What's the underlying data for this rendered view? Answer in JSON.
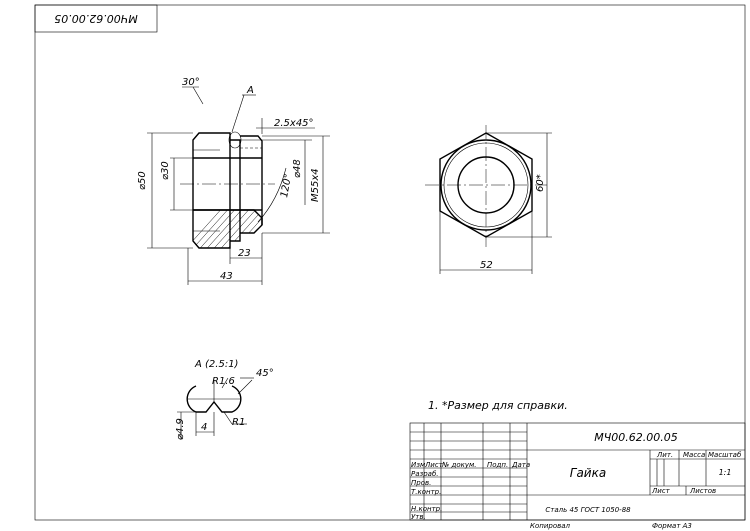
{
  "drawing": {
    "upside_down_code": "МЧ00.62.00.05",
    "note": "1. *Размер для справки.",
    "detail_label": "A",
    "detail_view_label": "A (2.5:1)"
  },
  "front_view": {
    "chamfer_angle": "30°",
    "chamfer_size": "2.5x45°",
    "outer_diameter": "⌀50",
    "bore_diameter": "⌀30",
    "groove_diameter": "⌀48",
    "thread": "M55x4",
    "cone_angle": "120°",
    "length_inner": "23",
    "length_total": "43"
  },
  "side_view": {
    "across_corners": "60*",
    "across_flats": "52"
  },
  "detail": {
    "radius_large": "R1.6",
    "radius_small": "R1",
    "angle": "45°",
    "depth": "⌀4.9",
    "width": "4"
  },
  "title_block": {
    "designation": "МЧ00.62.00.05",
    "part_name": "Гайка",
    "material": "Сталь 45 ГОСТ 1050-88",
    "col_change": "Изм",
    "col_sheet": "Лист",
    "col_doc": "№ докум.",
    "col_sign": "Подп.",
    "col_date": "Дата",
    "row_developed": "Разраб.",
    "row_checked": "Пров.",
    "row_tcontrol": "Т.контр.",
    "row_ncontrol": "Н.контр.",
    "row_approved": "Утв.",
    "lit": "Лит.",
    "mass": "Масса",
    "scale": "Масштаб",
    "scale_value": "1:1",
    "sheet": "Лист",
    "sheets": "Листов",
    "copied": "Копировал",
    "format": "Формат   A3"
  }
}
